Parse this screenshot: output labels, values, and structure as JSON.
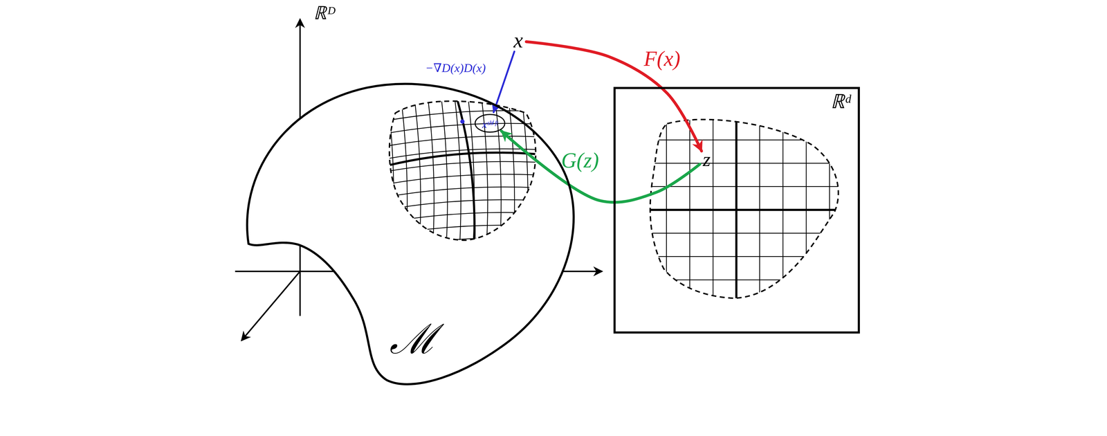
{
  "diagram": {
    "nodes": [
      {
        "text": [
          "ℳ"
        ]
      },
      {
        "text": [
          "xˢʰⁱᶠᵗ"
        ],
        "in": 0
      },
      {
        "text": [
          "x"
        ]
      },
      {
        "text": [
          "ℝᵈ"
        ]
      },
      {
        "text": [
          "z"
        ],
        "in": 3
      }
    ],
    "edges": [
      {
        "from": 2,
        "to": 1,
        "arrow": "to",
        "label": "−∇D(x)D(x)"
      },
      {
        "from": 2,
        "to": 4,
        "arrow": "to",
        "label": "F(x)"
      },
      {
        "from": 4,
        "to": 1,
        "arrow": "to",
        "label": "G(z)"
      }
    ],
    "labels": [
      "ℝᴰ"
    ]
  }
}
